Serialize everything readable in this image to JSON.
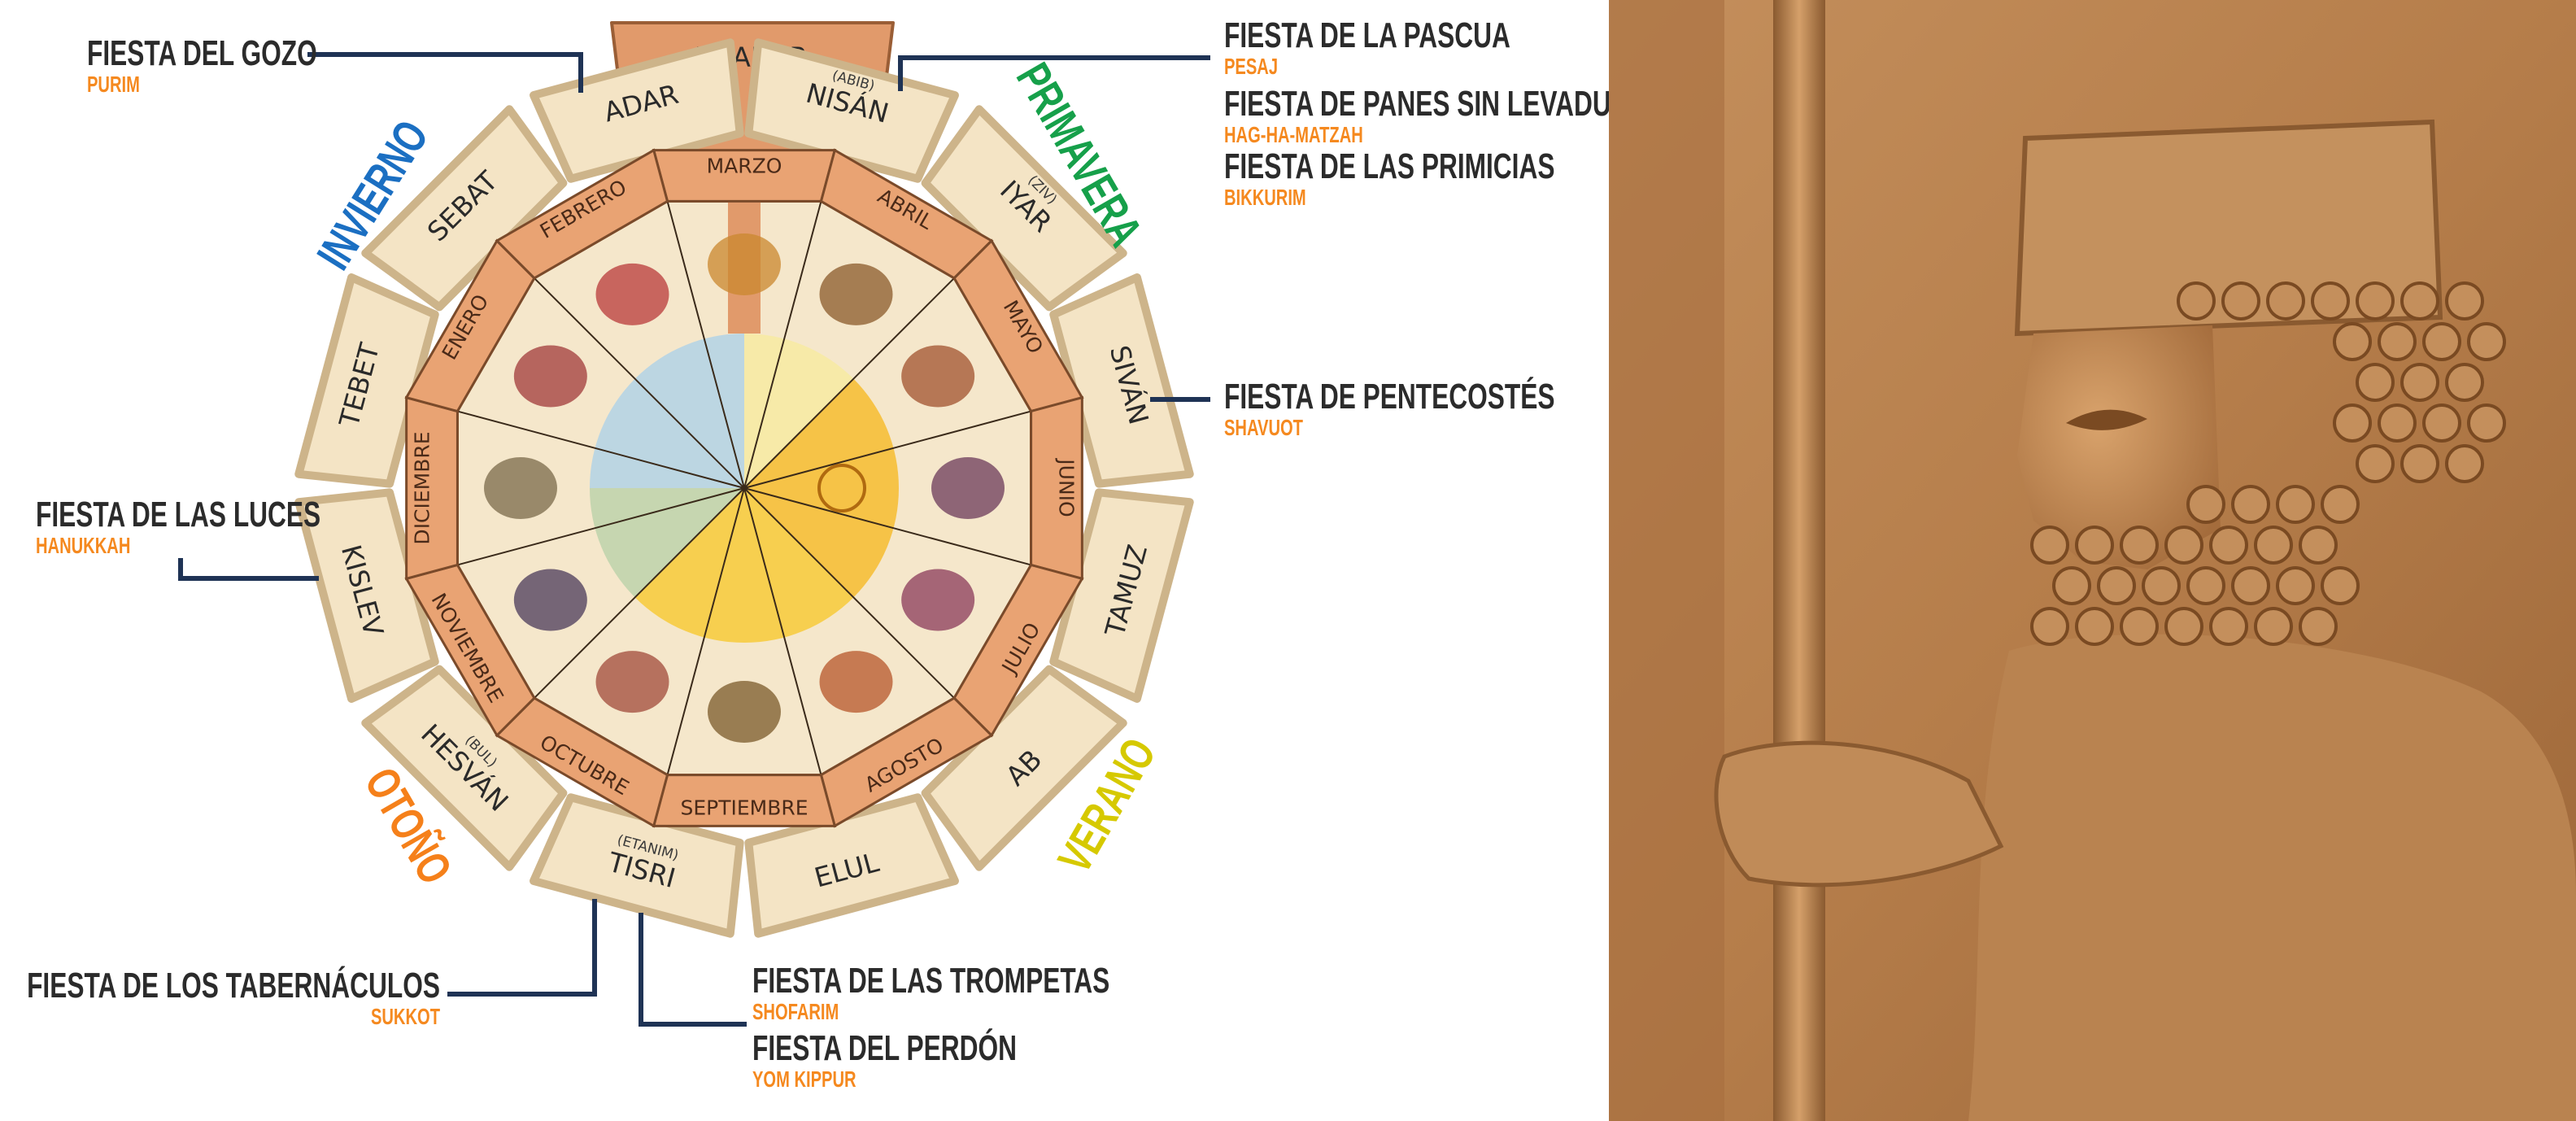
{
  "calendar": {
    "intercalary_month": "VEADAR",
    "gregorian_months": [
      "MARZO",
      "ABRIL",
      "MAYO",
      "JUNIO",
      "JULIO",
      "AGOSTO",
      "SEPTIEMBRE",
      "OCTUBRE",
      "NOVIEMBRE",
      "DICIEMBRE",
      "ENERO",
      "FEBRERO"
    ],
    "hebrew_months": [
      {
        "name": "NISÁN",
        "alt": "(ABIB)"
      },
      {
        "name": "IYAR",
        "alt": "(ZIV)"
      },
      {
        "name": "SIVÁN",
        "alt": ""
      },
      {
        "name": "TAMUZ",
        "alt": ""
      },
      {
        "name": "AB",
        "alt": ""
      },
      {
        "name": "ELUL",
        "alt": ""
      },
      {
        "name": "TISRI",
        "alt": "(ETANIM)"
      },
      {
        "name": "HESVÁN",
        "alt": "(BUL)"
      },
      {
        "name": "KISLEV",
        "alt": ""
      },
      {
        "name": "TEBET",
        "alt": ""
      },
      {
        "name": "SEBAT",
        "alt": ""
      },
      {
        "name": "ADAR",
        "alt": ""
      }
    ]
  },
  "seasons": {
    "winter": {
      "label": "INVIERNO",
      "color": "#1b6fc2"
    },
    "spring": {
      "label": "PRIMAVERA",
      "color": "#16a04a"
    },
    "autumn": {
      "label": "OTOÑO",
      "color": "#f5801a"
    },
    "summer": {
      "label": "VERANO",
      "color": "#d6c900"
    }
  },
  "feasts": {
    "gozo": {
      "title": "FIESTA DEL GOZO",
      "hebrew": "PURIM"
    },
    "pascua": {
      "title": "FIESTA DE LA PASCUA",
      "hebrew": "PESAJ"
    },
    "panes": {
      "title": "FIESTA DE PANES SIN LEVADURA",
      "hebrew": "HAG-HA-MATZAH"
    },
    "primicias": {
      "title": "FIESTA DE LAS PRIMICIAS",
      "hebrew": "BIKKURIM"
    },
    "pentecostes": {
      "title": "FIESTA DE PENTECOSTÉS",
      "hebrew": "SHAVUOT"
    },
    "luces": {
      "title": "FIESTA DE LAS LUCES",
      "hebrew": "HANUKKAH"
    },
    "tabernaculos": {
      "title": "FIESTA DE LOS TABERNÁCULOS",
      "hebrew": "SUKKOT"
    },
    "trompetas": {
      "title": "FIESTA DE LAS TROMPETAS",
      "hebrew": "SHOFARIM"
    },
    "perdon": {
      "title": "FIESTA DEL PERDÓN",
      "hebrew": "YOM KIPPUR"
    }
  },
  "colors": {
    "ring": "#e9a373",
    "tile": "#f4e4c5",
    "connector": "#1f3355",
    "hebrew_name": "#f5891f"
  }
}
